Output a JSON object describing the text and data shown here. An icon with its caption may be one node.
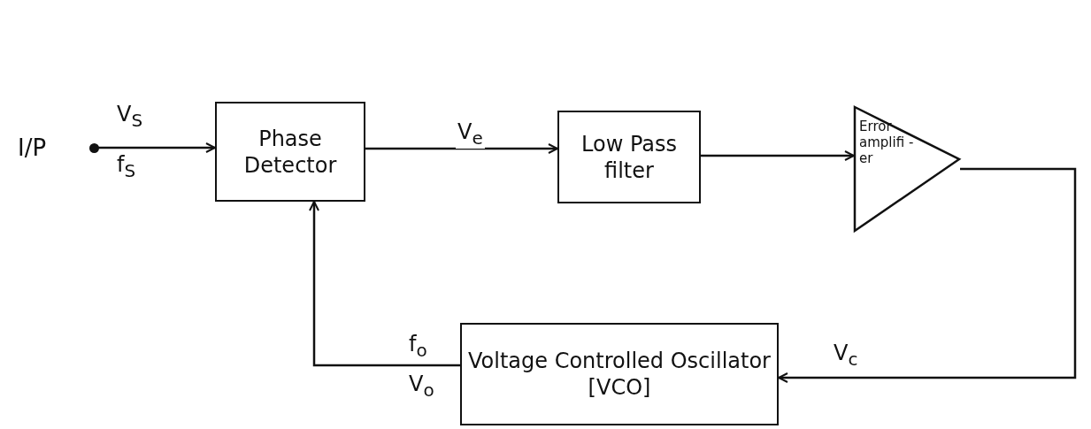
{
  "diagram": {
    "nodes": [
      {
        "text": [
          "I/P"
        ]
      },
      {
        "text": [
          "Phase Detector"
        ]
      },
      {
        "text": [
          "Low Pass filter"
        ]
      },
      {
        "text": [
          "Error amplifi -er"
        ]
      },
      {
        "text": [
          "Voltage Controlled Oscillator [VCO]"
        ]
      }
    ],
    "edges": [
      {
        "from": 0,
        "to": 1,
        "arrow": "to",
        "label": "V$_{S}$"
      },
      {
        "from": 1,
        "to": 2,
        "arrow": "to",
        "label": "V$_{e}$"
      },
      {
        "from": 2,
        "to": 3,
        "arrow": "to"
      },
      {
        "from": 3,
        "to": 4,
        "arrow": "to",
        "label": "V$_{c}$"
      },
      {
        "from": 4,
        "to": 1,
        "arrow": "to",
        "label": "f$_{o}$"
      }
    ],
    "labels": [
      "f$_{S}$",
      "V$_{o}$"
    ]
  }
}
